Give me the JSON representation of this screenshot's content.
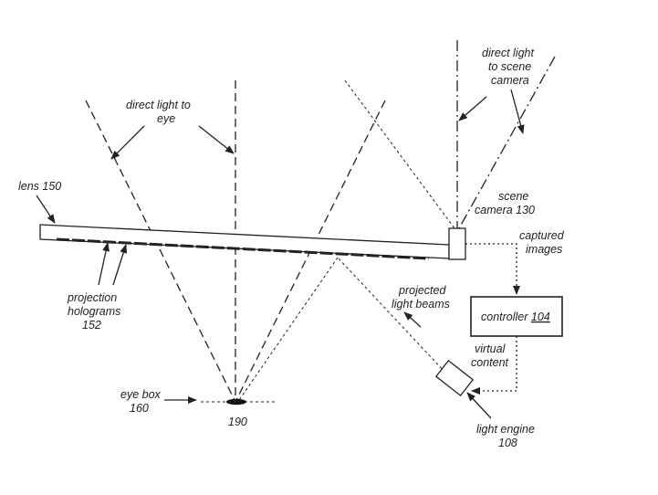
{
  "labels": {
    "direct_light_eye": [
      "direct light to",
      "eye"
    ],
    "direct_light_camera": [
      "direct light",
      "to scene",
      "camera"
    ],
    "lens": "lens 150",
    "scene_camera": [
      "scene",
      "camera 130"
    ],
    "captured_images": [
      "captured",
      "images"
    ],
    "projection_holograms": [
      "projection",
      "holograms",
      "152"
    ],
    "projected_light_beams": [
      "projected",
      "light beams"
    ],
    "controller": "controller",
    "controller_num": "104",
    "virtual_content": [
      "virtual",
      "content"
    ],
    "eye_box": [
      "eye box",
      "160"
    ],
    "pupil": "190",
    "light_engine": [
      "light engine",
      "108"
    ]
  }
}
